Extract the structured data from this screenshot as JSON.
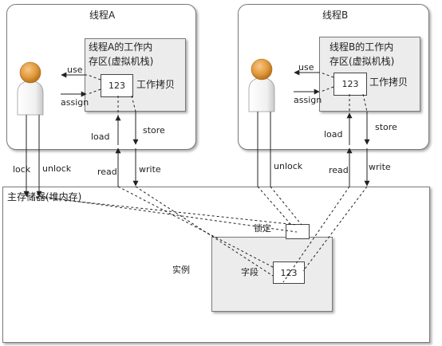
{
  "threads": [
    {
      "title": "线程A",
      "work_memory_line1": "线程A的工作内",
      "work_memory_line2": "存区(虚拟机栈)",
      "copy_value": "123",
      "copy_label": "工作拷贝",
      "use_label": "use",
      "assign_label": "assign",
      "load_label": "load",
      "store_label": "store"
    },
    {
      "title": "线程B",
      "work_memory_line1": "线程B的工作内",
      "work_memory_line2": "存区(虚拟机栈)",
      "copy_value": "123",
      "copy_label": "工作拷贝",
      "use_label": "use",
      "assign_label": "assign",
      "load_label": "load",
      "store_label": "store"
    }
  ],
  "ops": {
    "lock": "lock",
    "unlock_a": "unlock",
    "read_a": "read",
    "write_a": "write",
    "unlock_b": "unlock",
    "read_b": "read",
    "write_b": "write"
  },
  "main_memory": {
    "title": "主存储器(堆内存)",
    "instance_label": "实例",
    "lock_label": "锁定",
    "field_label": "字段",
    "field_value": "123"
  }
}
